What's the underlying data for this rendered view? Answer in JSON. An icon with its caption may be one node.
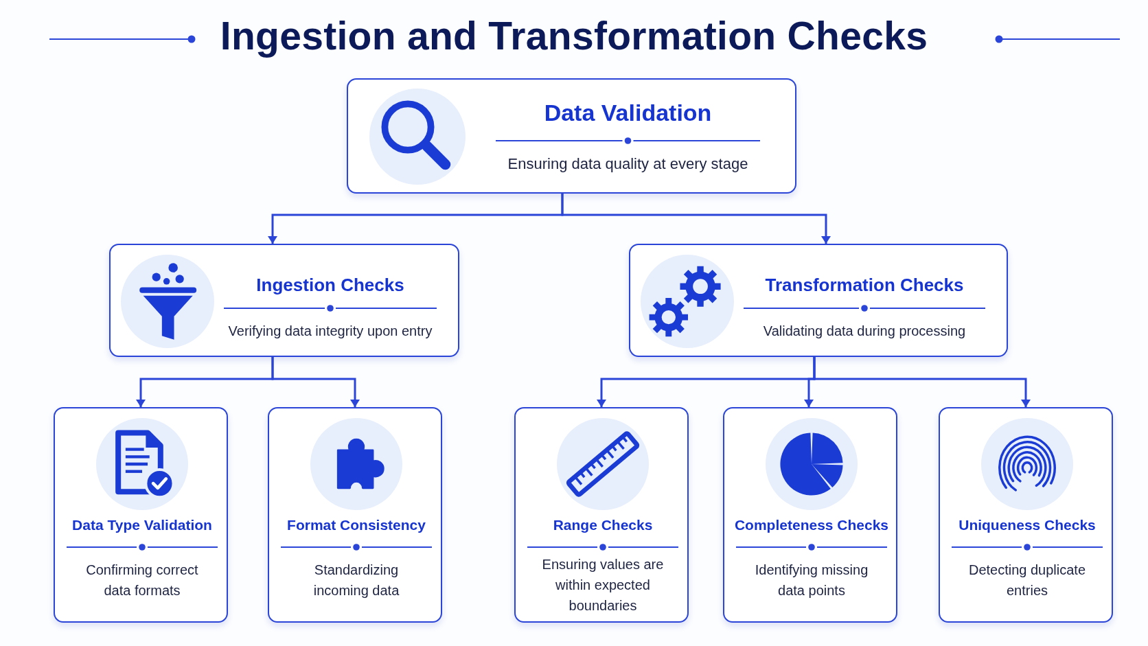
{
  "diagram": {
    "title": "Ingestion and Transformation Checks",
    "nodes": [
      {
        "text": [
          "Data Validation",
          "Ensuring data quality at every stage"
        ]
      },
      {
        "text": [
          "Ingestion Checks",
          "Verifying data integrity upon entry"
        ]
      },
      {
        "text": [
          "Transformation Checks",
          "Validating data during processing"
        ]
      },
      {
        "text": [
          "Data Type Validation",
          "Confirming correct data formats"
        ]
      },
      {
        "text": [
          "Format Consistency",
          "Standardizing incoming data"
        ]
      },
      {
        "text": [
          "Range Checks",
          "Ensuring values are within expected boundaries"
        ]
      },
      {
        "text": [
          "Completeness Checks",
          "Identifying missing data points"
        ]
      },
      {
        "text": [
          "Uniqueness Checks",
          "Detecting duplicate entries"
        ]
      }
    ],
    "edges": [
      {
        "from": 0,
        "to": 1,
        "arrow": "to"
      },
      {
        "from": 0,
        "to": 2,
        "arrow": "to"
      },
      {
        "from": 1,
        "to": 3,
        "arrow": "to"
      },
      {
        "from": 1,
        "to": 4,
        "arrow": "to"
      },
      {
        "from": 2,
        "to": 5,
        "arrow": "to"
      },
      {
        "from": 2,
        "to": 6,
        "arrow": "to"
      },
      {
        "from": 2,
        "to": 7,
        "arrow": "to"
      }
    ]
  }
}
